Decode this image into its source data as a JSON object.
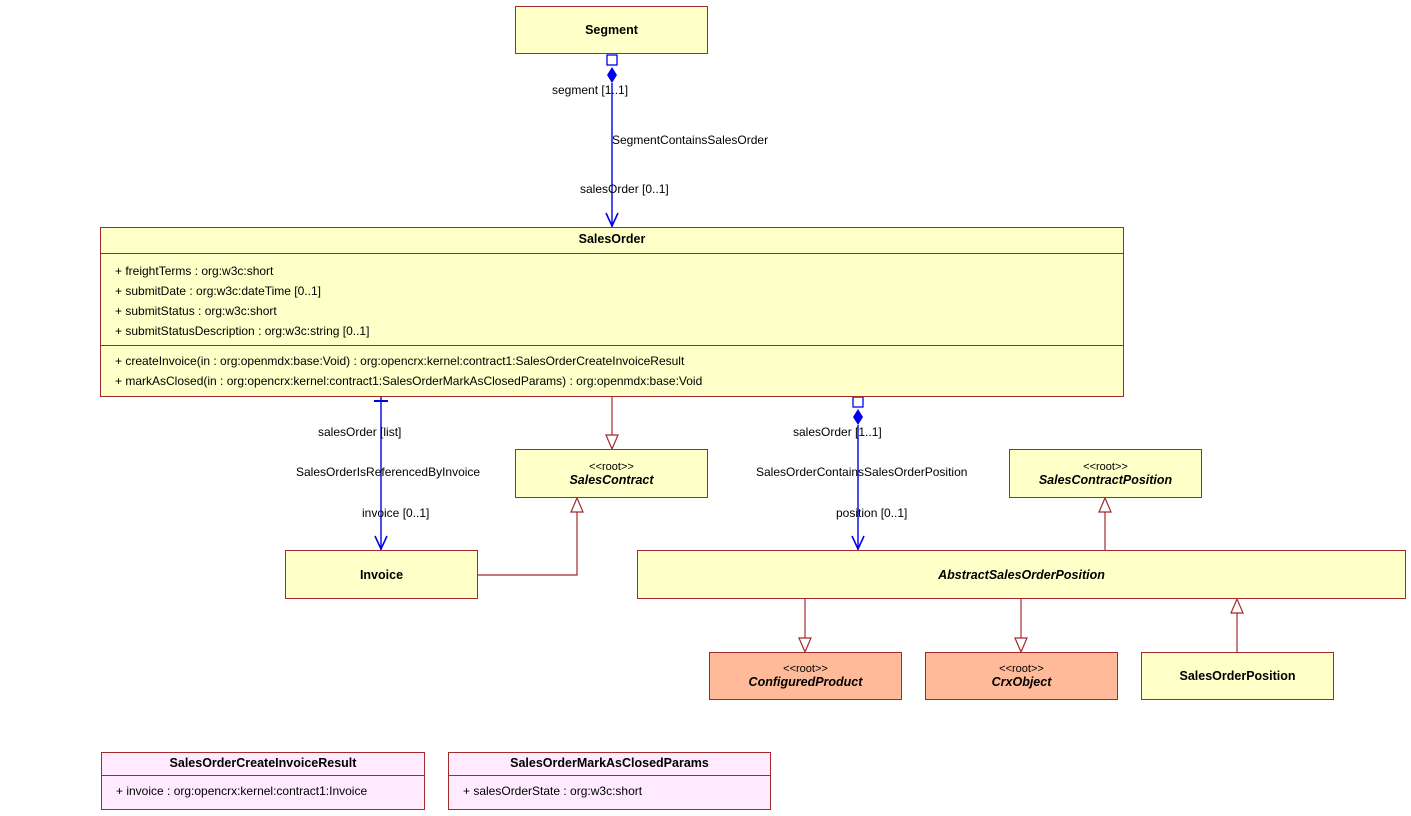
{
  "classes": {
    "segment": {
      "name": "Segment"
    },
    "sales_order": {
      "name": "SalesOrder",
      "attributes": [
        "+ freightTerms : org:w3c:short",
        "+ submitDate : org:w3c:dateTime [0..1]",
        "+ submitStatus : org:w3c:short",
        "+ submitStatusDescription : org:w3c:string [0..1]"
      ],
      "operations": [
        "+ createInvoice(in : org:openmdx:base:Void) : org:opencrx:kernel:contract1:SalesOrderCreateInvoiceResult",
        "+ markAsClosed(in : org:opencrx:kernel:contract1:SalesOrderMarkAsClosedParams) : org:openmdx:base:Void"
      ]
    },
    "sales_contract": {
      "stereotype": "<<root>>",
      "name": "SalesContract"
    },
    "invoice": {
      "name": "Invoice"
    },
    "sales_contract_position": {
      "stereotype": "<<root>>",
      "name": "SalesContractPosition"
    },
    "abstract_sales_order_position": {
      "name": "AbstractSalesOrderPosition"
    },
    "configured_product": {
      "stereotype": "<<root>>",
      "name": "ConfiguredProduct"
    },
    "crx_object": {
      "stereotype": "<<root>>",
      "name": "CrxObject"
    },
    "sales_order_position": {
      "name": "SalesOrderPosition"
    },
    "create_invoice_result": {
      "name": "SalesOrderCreateInvoiceResult",
      "attributes": [
        "+ invoice : org:opencrx:kernel:contract1:Invoice"
      ]
    },
    "mark_as_closed_params": {
      "name": "SalesOrderMarkAsClosedParams",
      "attributes": [
        "+ salesOrderState : org:w3c:short"
      ]
    }
  },
  "associations": {
    "segment_contains_sales_order": {
      "name": "SegmentContainsSalesOrder",
      "source_role": "segment [1..1]",
      "target_role": "salesOrder [0..1]"
    },
    "sales_order_is_referenced_by_invoice": {
      "name": "SalesOrderIsReferencedByInvoice",
      "source_role": "salesOrder [list]",
      "target_role": "invoice [0..1]"
    },
    "sales_order_contains_position": {
      "name": "SalesOrderContainsSalesOrderPosition",
      "source_role": "salesOrder [1..1]",
      "target_role": "position [0..1]"
    }
  },
  "colors": {
    "class_fill": "#ffffc8",
    "external_fill": "#ffbb99",
    "datatype_fill": "#ffeaff",
    "class_border": "#a22a2a",
    "association_line": "#0000ee",
    "generalization_line": "#a22a2a"
  }
}
